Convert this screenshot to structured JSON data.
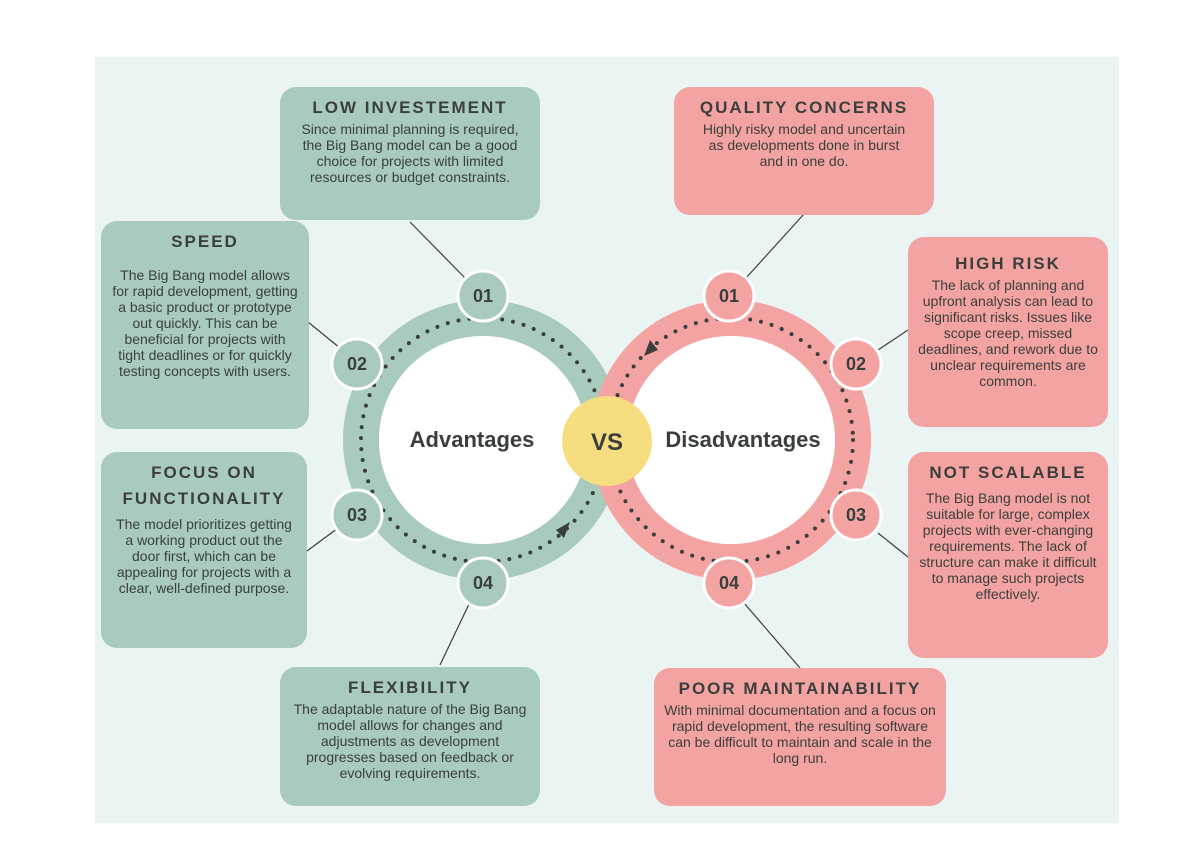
{
  "center": {
    "left_label": "Advantages",
    "vs_label": "VS",
    "right_label": "Disadvantages"
  },
  "advantages": [
    {
      "num": "01",
      "title": "LOW INVESTEMENT",
      "body": "Since minimal planning is required, the Big Bang model can be a good choice for projects with limited resources or budget constraints."
    },
    {
      "num": "02",
      "title": "SPEED",
      "body": "The Big Bang model allows for rapid development, getting a basic product or prototype out quickly. This can be beneficial for projects with tight deadlines or for quickly testing concepts with users."
    },
    {
      "num": "03",
      "title": "FOCUS ON FUNCTIONALITY",
      "body": "The model prioritizes getting a working product out the door first, which can be appealing for projects with a clear, well-defined purpose."
    },
    {
      "num": "04",
      "title": "FLEXIBILITY",
      "body": "The adaptable nature of the Big Bang model allows for changes and adjustments as development progresses based on feedback or evolving requirements."
    }
  ],
  "disadvantages": [
    {
      "num": "01",
      "title": "QUALITY CONCERNS",
      "body": "Highly risky model and uncertain as developments done in burst and in one do."
    },
    {
      "num": "02",
      "title": "HIGH RISK",
      "body": "The lack of planning and upfront analysis can lead to significant risks. Issues like scope creep, missed deadlines, and rework due to unclear requirements are common."
    },
    {
      "num": "03",
      "title": "NOT SCALABLE",
      "body": "The Big Bang model is not suitable for large, complex projects with ever-changing requirements. The lack of structure can make it difficult to manage such projects effectively."
    },
    {
      "num": "04",
      "title": "POOR MAINTAINABILITY",
      "body": "With minimal documentation and a focus on rapid development, the resulting software can be difficult to maintain and scale in the long run."
    }
  ],
  "colors": {
    "advantage": "#a8cbbd",
    "disadvantage": "#f4a3a3",
    "vs": "#f6dd7f",
    "background": "#eaf4f3",
    "text": "#3a3f3c"
  }
}
